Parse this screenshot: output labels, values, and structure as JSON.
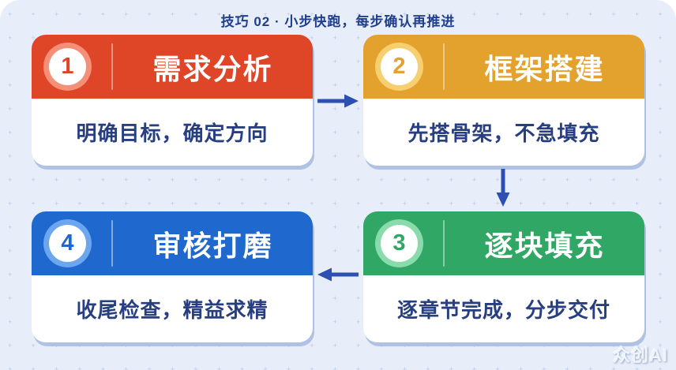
{
  "header": {
    "title": "技巧 02 · 小步快跑，每步确认再推进"
  },
  "steps": [
    {
      "number": "1",
      "title": "需求分析",
      "description": "明确目标，确定方向",
      "accent": "#DF4527",
      "ring": "#F59078"
    },
    {
      "number": "2",
      "title": "框架搭建",
      "description": "先搭骨架，不急填充",
      "accent": "#E3A22E",
      "ring": "#F6D070"
    },
    {
      "number": "3",
      "title": "逐块填充",
      "description": "逐章节完成，分步交付",
      "accent": "#30A765",
      "ring": "#8ADBAC"
    },
    {
      "number": "4",
      "title": "审核打磨",
      "description": "收尾检查，精益求精",
      "accent": "#1F69CE",
      "ring": "#6CA6EF"
    }
  ],
  "flow": {
    "sequence": [
      "step-1-to-step-2-right",
      "step-2-to-step-3-down",
      "step-3-to-step-4-left"
    ],
    "arrow_color": "#2D50B2"
  },
  "watermark": "众创AI",
  "colors": {
    "panel_background": "#E7EDF9",
    "pattern_marks": "#BCC9E3",
    "title_text": "#1F3E8C",
    "body_text": "#273E80",
    "card_shadow": "#AFC2E3"
  }
}
